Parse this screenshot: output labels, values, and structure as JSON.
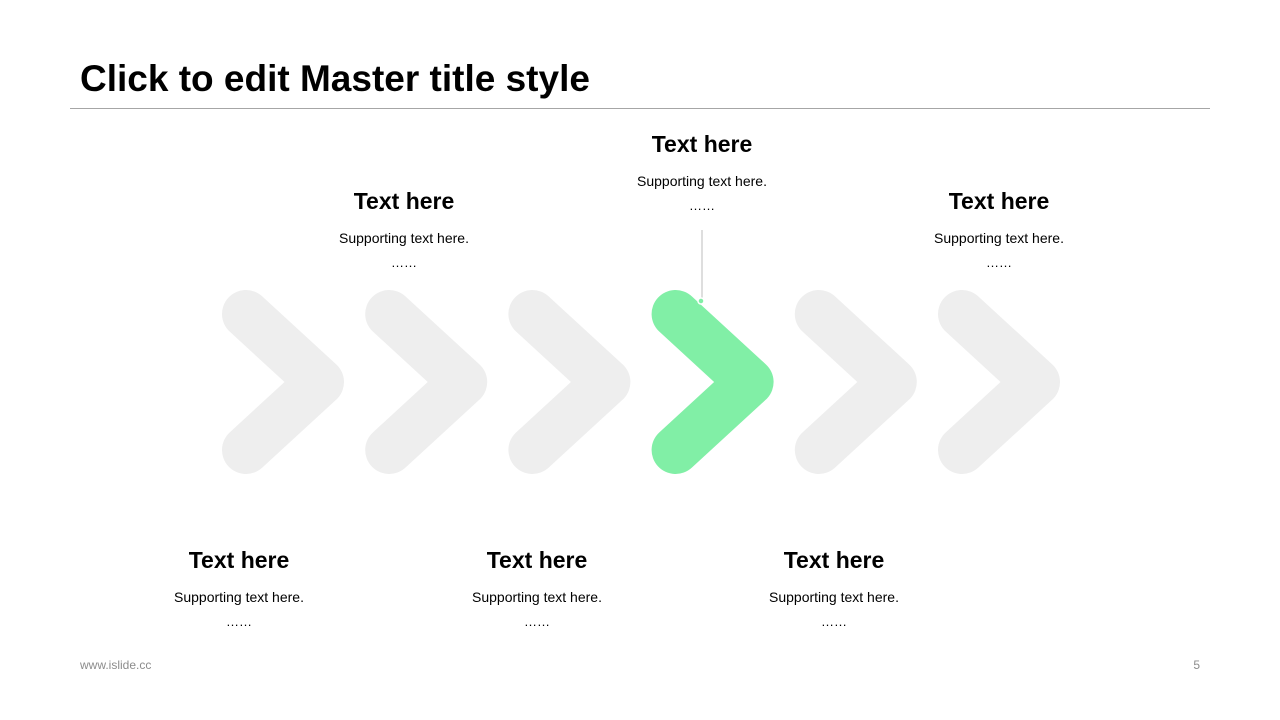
{
  "slide": {
    "title": "Click to edit Master title style",
    "footer_url": "www.islide.cc",
    "page_number": "5"
  },
  "colors": {
    "accent": "#81efa6",
    "inactive_arrow": "#eeeeee",
    "rule": "#a6a6a6",
    "footer": "#8c8c8c"
  },
  "steps": {
    "count": 6,
    "highlighted_step": 4
  },
  "text_blocks": [
    {
      "heading": "Text here",
      "support": "Supporting text here.",
      "ellipsis": "……"
    },
    {
      "heading": "Text here",
      "support": "Supporting text here.",
      "ellipsis": "……"
    },
    {
      "heading": "Text here",
      "support": "Supporting text here.",
      "ellipsis": "……"
    },
    {
      "heading": "Text here",
      "support": "Supporting text here.",
      "ellipsis": "……"
    },
    {
      "heading": "Text here",
      "support": "Supporting text here.",
      "ellipsis": "……"
    },
    {
      "heading": "Text here",
      "support": "Supporting text here.",
      "ellipsis": "……"
    }
  ]
}
